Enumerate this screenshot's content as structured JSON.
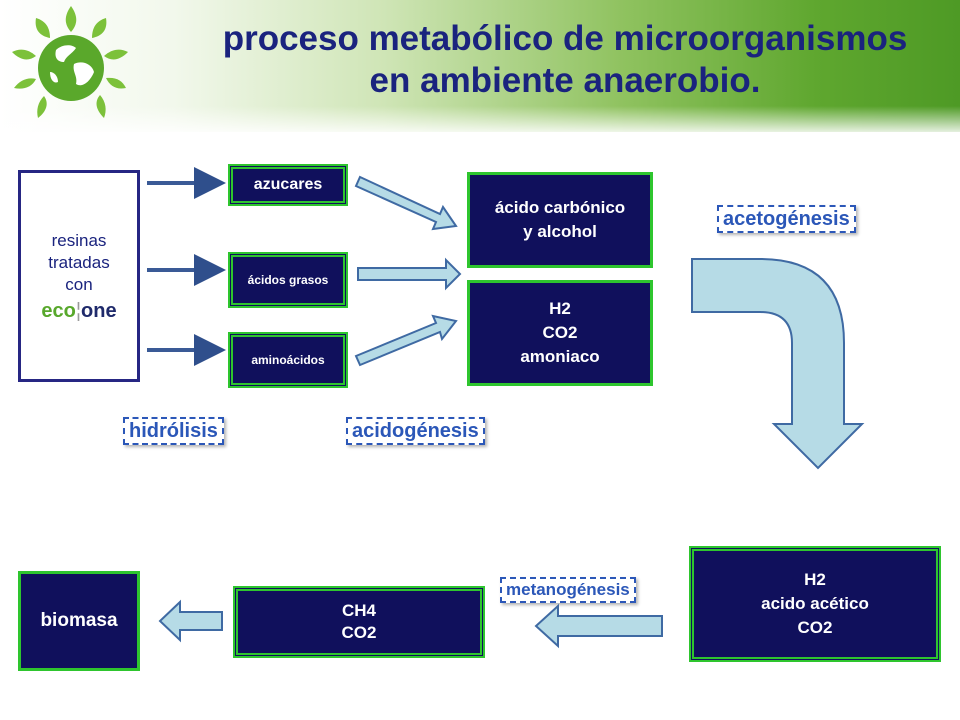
{
  "title": {
    "line1": "proceso metabólico de microorganismos",
    "line2": "en ambiente anaerobio."
  },
  "source": {
    "lines": [
      "resinas",
      "tratadas",
      "con"
    ],
    "logo_text_left": "eco",
    "logo_text_right": "one"
  },
  "hydrolysis_products": [
    "azucares",
    "ácidos grasos",
    "aminoácidos"
  ],
  "acid_products": {
    "carbonic": [
      "ácido carbónico",
      "y alcohol"
    ],
    "gases": [
      "H2",
      "CO2",
      "amoniaco"
    ]
  },
  "acetic_products": [
    "H2",
    "acido acético",
    "CO2"
  ],
  "methane_products": [
    "CH4",
    "CO2"
  ],
  "final": "biomasa",
  "stages": {
    "hydrolysis": "hidrólisis",
    "acidogenesis": "acidogénesis",
    "acetogenesis": "acetogénesis",
    "methanogenesis": "metanogénesis"
  },
  "colors": {
    "navy": "#10105c",
    "green_border": "#2ec52e",
    "arrow_fill": "#b6dbe6",
    "title": "#1a237e"
  }
}
